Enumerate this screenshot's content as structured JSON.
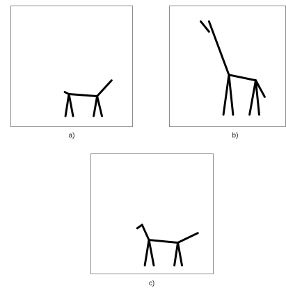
{
  "panels": [
    {
      "caption": "a)"
    },
    {
      "caption": "b)"
    },
    {
      "caption": "c)"
    }
  ],
  "colors": {
    "stroke": "#000000",
    "border": "#8c8c8c"
  }
}
